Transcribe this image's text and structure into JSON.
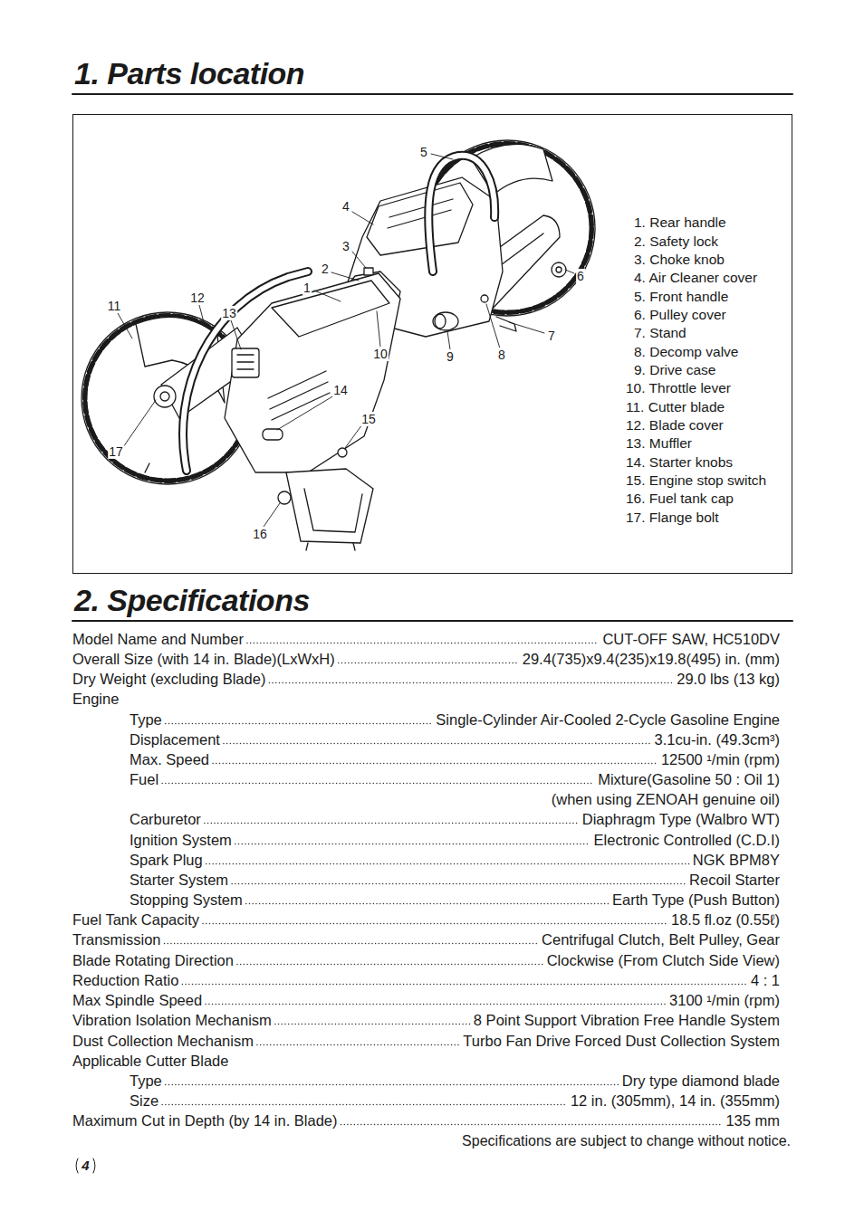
{
  "diagram": {
    "title": "1. Parts location",
    "nodes": [
      {
        "text": [
          "1. Rear handle",
          "2. Safety lock",
          "3. Choke knob",
          "4. Air Cleaner cover",
          "5. Front handle",
          "6. Pulley cover",
          "7. Stand",
          "8. Decomp valve",
          "9. Drive case",
          "10. Throttle lever",
          "11. Cutter blade",
          "12. Blade cover",
          "13. Muffler",
          "14. Starter knobs",
          "15. Engine stop switch",
          "16. Fuel tank cap",
          "17. Flange bolt"
        ]
      }
    ],
    "labels": [
      "2. Specifications",
      "1",
      "2",
      "3",
      "4",
      "5",
      "6",
      "7",
      "8",
      "9",
      "10",
      "11",
      "12",
      "13",
      "14",
      "15",
      "16",
      "17",
      "Model Name and Number",
      "CUT-OFF SAW, HC510DV",
      "Overall Size (with 14 in. Blade)(LxWxH)",
      "29.4(735)x9.4(235)x19.8(495) in. (mm)",
      "Dry Weight (excluding Blade)",
      "29.0 lbs (13 kg)",
      "Engine",
      "Type",
      "Single-Cylinder Air-Cooled 2-Cycle Gasoline Engine",
      "Displacement",
      "3.1cu-in. (49.3cm³)",
      "Max. Speed",
      "12500 ¹/min (rpm)",
      "Fuel",
      "Mixture(Gasoline 50 : Oil 1)",
      "(when using  ZENOAH genuine oil)",
      "Carburetor",
      "Diaphragm Type (Walbro WT)",
      "Ignition System",
      "Electronic Controlled (C.D.I)",
      "Spark Plug",
      "NGK BPM8Y",
      "Starter System",
      "Recoil Starter",
      "Stopping System",
      "Earth Type (Push Button)",
      "Fuel Tank Capacity",
      "18.5 fl.oz (0.55ℓ)",
      "Transmission",
      "Centrifugal Clutch, Belt Pulley, Gear",
      "Blade Rotating Direction",
      "Clockwise (From Clutch Side View)",
      "Reduction Ratio",
      "4 : 1",
      "Max Spindle Speed",
      "3100 ¹/min (rpm)",
      "Vibration Isolation Mechanism",
      "8 Point Support Vibration Free Handle System",
      "Dust Collection Mechanism",
      "Turbo Fan Drive Forced Dust Collection System",
      "Applicable Cutter Blade",
      "Type",
      "Dry type diamond blade",
      "Size",
      "12 in. (305mm), 14 in. (355mm)",
      "Maximum Cut in Depth (by 14 in. Blade)",
      "135 mm",
      "Specifications are subject to change without notice.",
      "4"
    ]
  }
}
